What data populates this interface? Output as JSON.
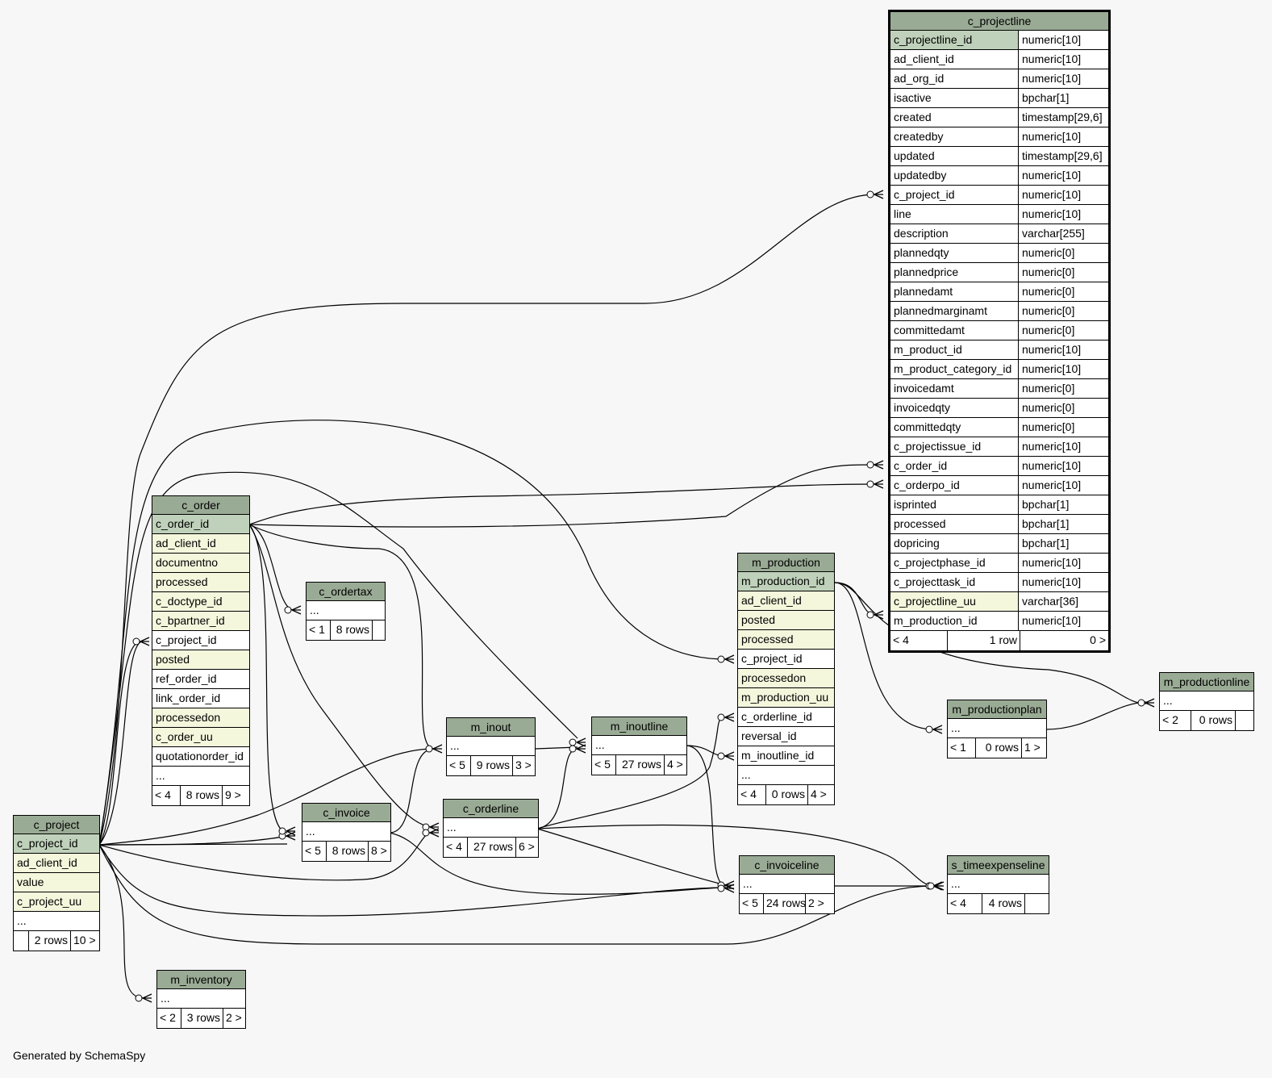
{
  "footer": "Generated by SchemaSpy",
  "tables": {
    "c_projectline": {
      "name": "c_projectline",
      "columns": [
        {
          "name": "c_projectline_id",
          "type": "numeric[10]",
          "kind": "pk"
        },
        {
          "name": "ad_client_id",
          "type": "numeric[10]",
          "kind": "plain"
        },
        {
          "name": "ad_org_id",
          "type": "numeric[10]",
          "kind": "plain"
        },
        {
          "name": "isactive",
          "type": "bpchar[1]",
          "kind": "plain"
        },
        {
          "name": "created",
          "type": "timestamp[29,6]",
          "kind": "plain"
        },
        {
          "name": "createdby",
          "type": "numeric[10]",
          "kind": "plain"
        },
        {
          "name": "updated",
          "type": "timestamp[29,6]",
          "kind": "plain"
        },
        {
          "name": "updatedby",
          "type": "numeric[10]",
          "kind": "plain"
        },
        {
          "name": "c_project_id",
          "type": "numeric[10]",
          "kind": "plain"
        },
        {
          "name": "line",
          "type": "numeric[10]",
          "kind": "plain"
        },
        {
          "name": "description",
          "type": "varchar[255]",
          "kind": "plain"
        },
        {
          "name": "plannedqty",
          "type": "numeric[0]",
          "kind": "plain"
        },
        {
          "name": "plannedprice",
          "type": "numeric[0]",
          "kind": "plain"
        },
        {
          "name": "plannedamt",
          "type": "numeric[0]",
          "kind": "plain"
        },
        {
          "name": "plannedmarginamt",
          "type": "numeric[0]",
          "kind": "plain"
        },
        {
          "name": "committedamt",
          "type": "numeric[0]",
          "kind": "plain"
        },
        {
          "name": "m_product_id",
          "type": "numeric[10]",
          "kind": "plain"
        },
        {
          "name": "m_product_category_id",
          "type": "numeric[10]",
          "kind": "plain"
        },
        {
          "name": "invoicedamt",
          "type": "numeric[0]",
          "kind": "plain"
        },
        {
          "name": "invoicedqty",
          "type": "numeric[0]",
          "kind": "plain"
        },
        {
          "name": "committedqty",
          "type": "numeric[0]",
          "kind": "plain"
        },
        {
          "name": "c_projectissue_id",
          "type": "numeric[10]",
          "kind": "plain"
        },
        {
          "name": "c_order_id",
          "type": "numeric[10]",
          "kind": "plain"
        },
        {
          "name": "c_orderpo_id",
          "type": "numeric[10]",
          "kind": "plain"
        },
        {
          "name": "isprinted",
          "type": "bpchar[1]",
          "kind": "plain"
        },
        {
          "name": "processed",
          "type": "bpchar[1]",
          "kind": "plain"
        },
        {
          "name": "dopricing",
          "type": "bpchar[1]",
          "kind": "plain"
        },
        {
          "name": "c_projectphase_id",
          "type": "numeric[10]",
          "kind": "plain"
        },
        {
          "name": "c_projecttask_id",
          "type": "numeric[10]",
          "kind": "plain"
        },
        {
          "name": "c_projectline_uu",
          "type": "varchar[36]",
          "kind": "idx"
        },
        {
          "name": "m_production_id",
          "type": "numeric[10]",
          "kind": "plain"
        }
      ],
      "footer": [
        "< 4",
        "1 row",
        "0 >"
      ]
    },
    "c_order": {
      "name": "c_order",
      "columns": [
        {
          "name": "c_order_id",
          "kind": "pk"
        },
        {
          "name": "ad_client_id",
          "kind": "idx"
        },
        {
          "name": "documentno",
          "kind": "idx"
        },
        {
          "name": "processed",
          "kind": "idx"
        },
        {
          "name": "c_doctype_id",
          "kind": "idx"
        },
        {
          "name": "c_bpartner_id",
          "kind": "idx"
        },
        {
          "name": "c_project_id",
          "kind": "plain"
        },
        {
          "name": "posted",
          "kind": "idx"
        },
        {
          "name": "ref_order_id",
          "kind": "plain"
        },
        {
          "name": "link_order_id",
          "kind": "plain"
        },
        {
          "name": "processedon",
          "kind": "idx"
        },
        {
          "name": "c_order_uu",
          "kind": "idx"
        },
        {
          "name": "quotationorder_id",
          "kind": "plain"
        },
        {
          "name": "...",
          "kind": "plain"
        }
      ],
      "footer": [
        "< 4",
        "8 rows",
        "9 >"
      ]
    },
    "c_ordertax": {
      "name": "c_ordertax",
      "columns": [
        {
          "name": "...",
          "kind": "plain"
        }
      ],
      "footer": [
        "< 1",
        "8 rows",
        ""
      ]
    },
    "m_production": {
      "name": "m_production",
      "columns": [
        {
          "name": "m_production_id",
          "kind": "pk"
        },
        {
          "name": "ad_client_id",
          "kind": "idx"
        },
        {
          "name": "posted",
          "kind": "idx"
        },
        {
          "name": "processed",
          "kind": "idx"
        },
        {
          "name": "c_project_id",
          "kind": "plain"
        },
        {
          "name": "processedon",
          "kind": "idx"
        },
        {
          "name": "m_production_uu",
          "kind": "idx"
        },
        {
          "name": "c_orderline_id",
          "kind": "plain"
        },
        {
          "name": "reversal_id",
          "kind": "plain"
        },
        {
          "name": "m_inoutline_id",
          "kind": "plain"
        },
        {
          "name": "...",
          "kind": "plain"
        }
      ],
      "footer": [
        "< 4",
        "0 rows",
        "4 >"
      ]
    },
    "m_productionline": {
      "name": "m_productionline",
      "columns": [
        {
          "name": "...",
          "kind": "plain"
        }
      ],
      "footer": [
        "< 2",
        "0 rows",
        ""
      ]
    },
    "m_productionplan": {
      "name": "m_productionplan",
      "columns": [
        {
          "name": "...",
          "kind": "plain"
        }
      ],
      "footer": [
        "< 1",
        "0 rows",
        "1 >"
      ]
    },
    "m_inout": {
      "name": "m_inout",
      "columns": [
        {
          "name": "...",
          "kind": "plain"
        }
      ],
      "footer": [
        "< 5",
        "9 rows",
        "3 >"
      ]
    },
    "m_inoutline": {
      "name": "m_inoutline",
      "columns": [
        {
          "name": "...",
          "kind": "plain"
        }
      ],
      "footer": [
        "< 5",
        "27 rows",
        "4 >"
      ]
    },
    "c_invoice": {
      "name": "c_invoice",
      "columns": [
        {
          "name": "...",
          "kind": "plain"
        }
      ],
      "footer": [
        "< 5",
        "8 rows",
        "8 >"
      ]
    },
    "c_orderline": {
      "name": "c_orderline",
      "columns": [
        {
          "name": "...",
          "kind": "plain"
        }
      ],
      "footer": [
        "< 4",
        "27 rows",
        "6 >"
      ]
    },
    "c_project": {
      "name": "c_project",
      "columns": [
        {
          "name": "c_project_id",
          "kind": "pk"
        },
        {
          "name": "ad_client_id",
          "kind": "idx"
        },
        {
          "name": "value",
          "kind": "idx"
        },
        {
          "name": "c_project_uu",
          "kind": "idx"
        },
        {
          "name": "...",
          "kind": "plain"
        }
      ],
      "footer": [
        "",
        "2 rows",
        "10 >"
      ]
    },
    "c_invoiceline": {
      "name": "c_invoiceline",
      "columns": [
        {
          "name": "...",
          "kind": "plain"
        }
      ],
      "footer": [
        "< 5",
        "24 rows",
        "2 >"
      ]
    },
    "s_timeexpenseline": {
      "name": "s_timeexpenseline",
      "columns": [
        {
          "name": "...",
          "kind": "plain"
        }
      ],
      "footer": [
        "< 4",
        "4 rows",
        ""
      ]
    },
    "m_inventory": {
      "name": "m_inventory",
      "columns": [
        {
          "name": "...",
          "kind": "plain"
        }
      ],
      "footer": [
        "< 2",
        "3 rows",
        "2 >"
      ]
    }
  }
}
